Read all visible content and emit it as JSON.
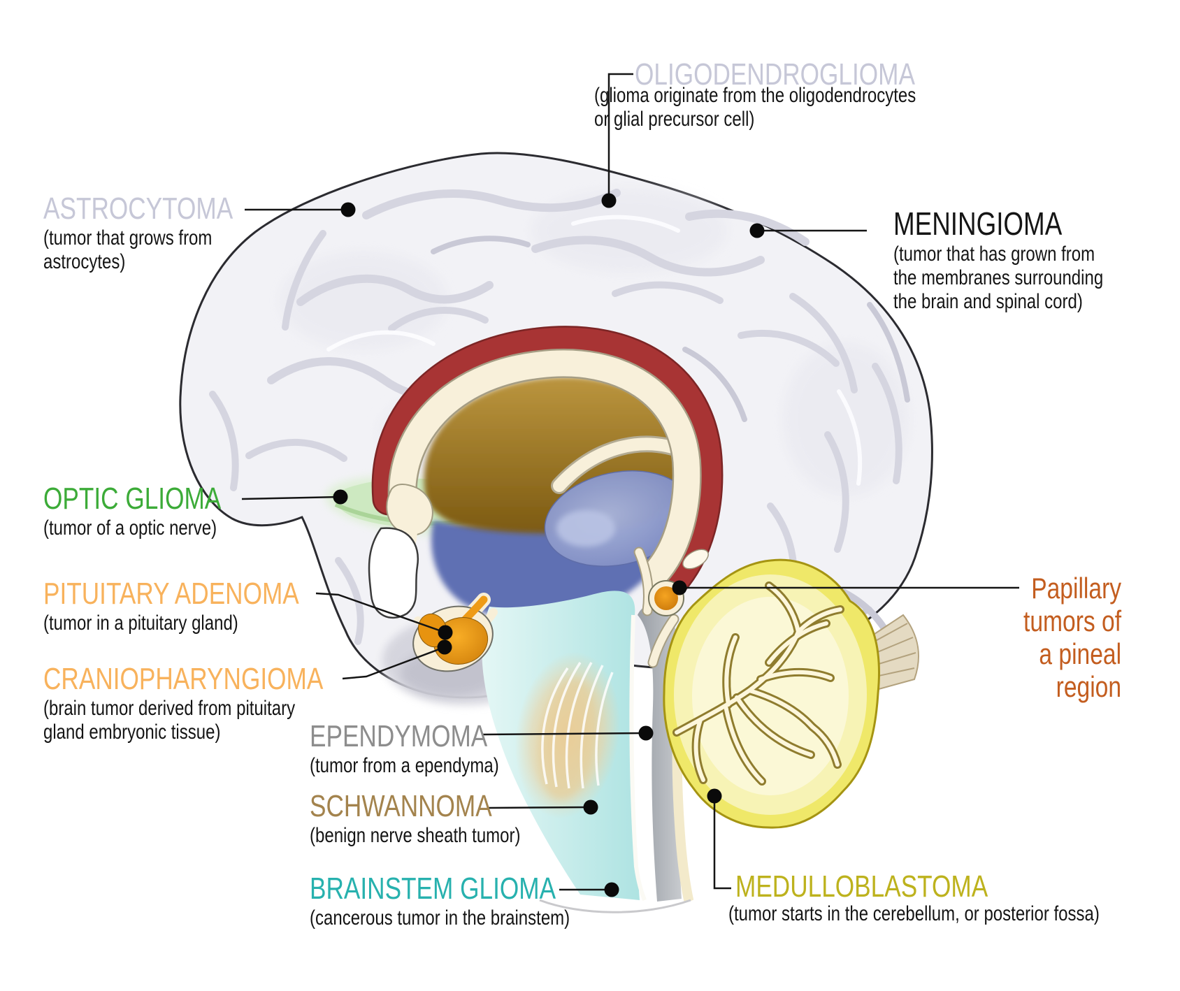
{
  "palette": {
    "astrocytoma": "#c6c7d7",
    "oligodendroglioma": "#c6c7d7",
    "meningioma": "#151515",
    "optic_glioma": "#3cab38",
    "pituitary_adenoma": "#f8b25c",
    "craniopharyngioma": "#f8b25c",
    "ependymoma": "#8d8d8d",
    "schwannoma": "#a3834d",
    "brainstem_glioma": "#27b1ae",
    "medulloblastoma": "#bdb21d",
    "papillary_pineal": "#c35d1f",
    "desc_text": "#141414",
    "connector": "#141414"
  },
  "labels": {
    "astrocytoma": {
      "title": "ASTROCYTOMA",
      "desc": "(tumor that grows from\nastrocytes)"
    },
    "oligodendroglioma": {
      "title": "OLIGODENDROGLIOMA",
      "desc": "(glioma originate from the oligodendrocytes\nor glial precursor cell)"
    },
    "meningioma": {
      "title": "MENINGIOMA",
      "desc": "(tumor that has grown from\nthe membranes surrounding\nthe brain and spinal cord)"
    },
    "optic_glioma": {
      "title": "OPTIC GLIOMA",
      "desc": "(tumor of a optic nerve)"
    },
    "pituitary_adenoma": {
      "title": "PITUITARY ADENOMA",
      "desc": "(tumor in a pituitary gland)"
    },
    "craniopharyngioma": {
      "title": "CRANIOPHARYNGIOMA",
      "desc": "(brain tumor derived from pituitary\ngland embryonic tissue)"
    },
    "ependymoma": {
      "title": "EPENDYMOMA",
      "desc": "(tumor from a ependyma)"
    },
    "schwannoma": {
      "title": "SCHWANNOMA",
      "desc": "(benign nerve sheath tumor)"
    },
    "brainstem_glioma": {
      "title": "BRAINSTEM GLIOMA",
      "desc": "(cancerous tumor in the brainstem)"
    },
    "medulloblastoma": {
      "title": "MEDULLOBLASTOMA",
      "desc": "(tumor starts in the cerebellum, or posterior fossa)"
    },
    "papillary_pineal": {
      "title": "Papillary\ntumors of\na pineal\nregion"
    }
  }
}
